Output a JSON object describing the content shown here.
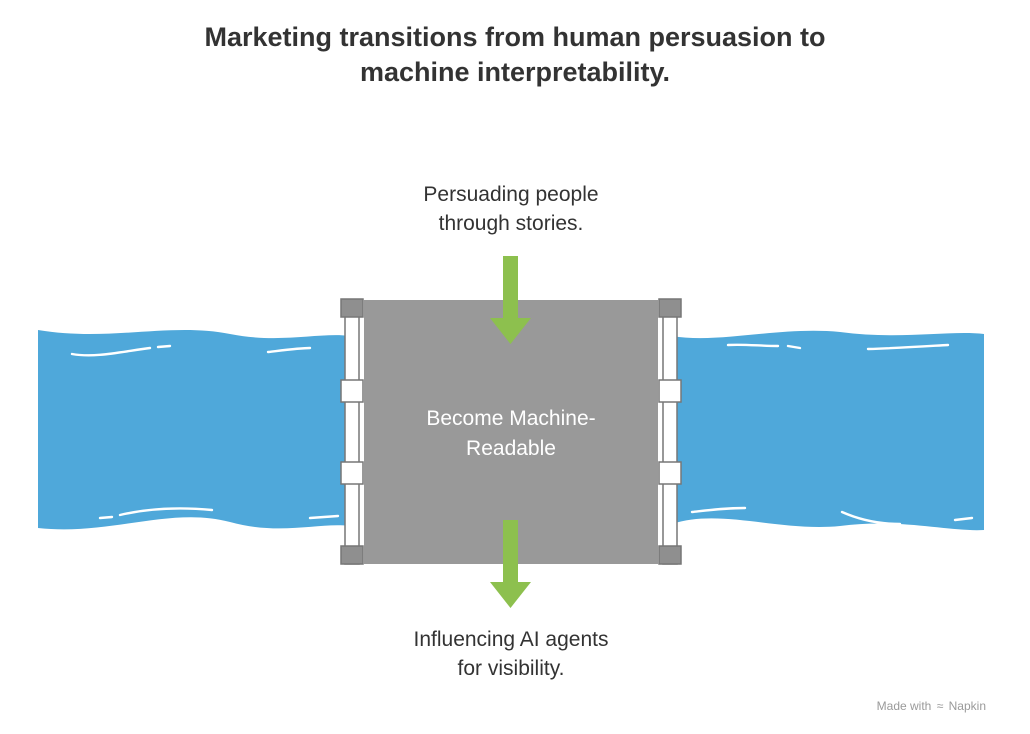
{
  "title": {
    "line1": "Marketing transitions from human persuasion to",
    "line2": "machine interpretability."
  },
  "top_label": {
    "line1": "Persuading people",
    "line2": "through stories."
  },
  "center_label": {
    "line1": "Become Machine-",
    "line2": "Readable"
  },
  "bottom_label": {
    "line1": "Influencing AI agents",
    "line2": "for visibility."
  },
  "footer": {
    "made_with": "Made with",
    "icon": "napkin-icon",
    "brand": "Napkin"
  },
  "colors": {
    "water": "#4FA8DA",
    "gate": "#999999",
    "gate_frame": "#777777",
    "arrow": "#8DC04E",
    "text": "#333333"
  }
}
